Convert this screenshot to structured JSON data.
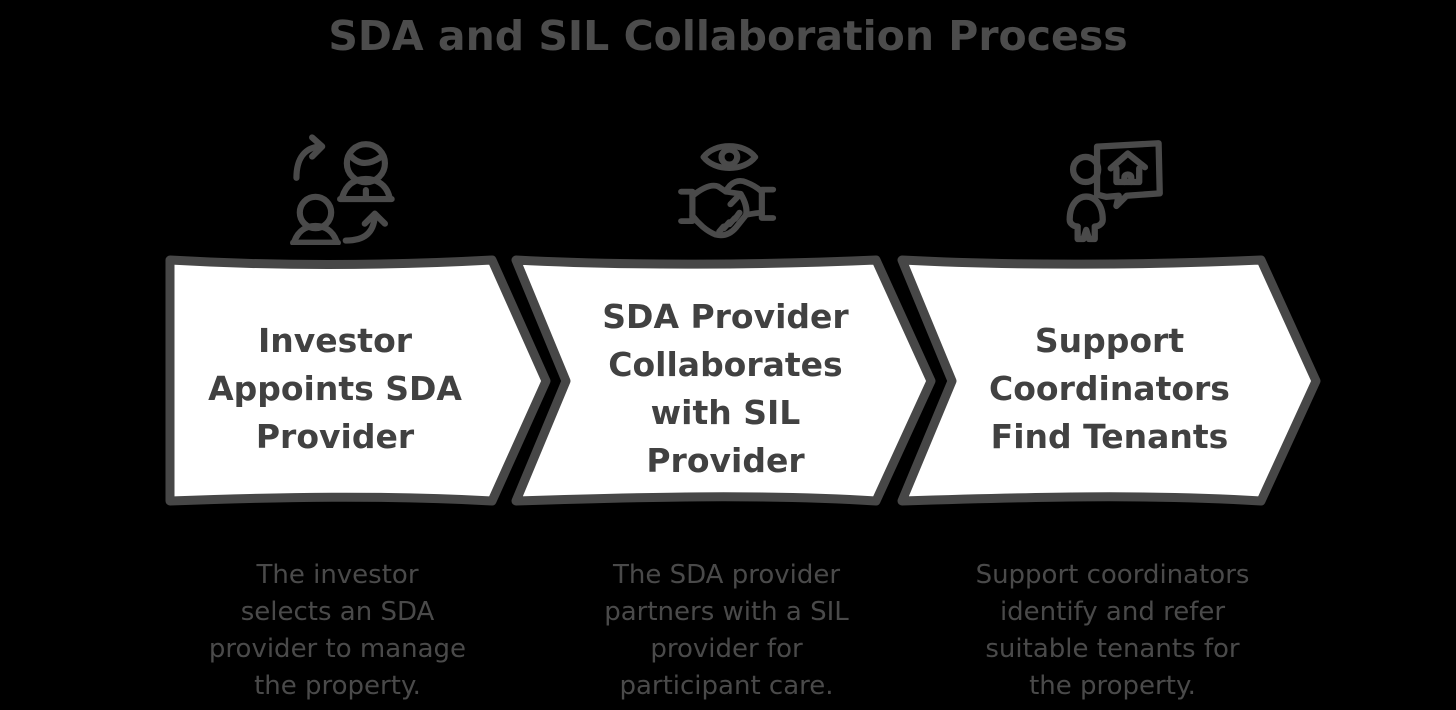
{
  "title": "SDA and SIL Collaboration Process",
  "colors": {
    "background": "#000000",
    "title_text": "#4c4c4c",
    "outline": "#474747",
    "shape_fill": "#ffffff",
    "label_text": "#414141",
    "description_text": "#4a4a4a"
  },
  "steps": [
    {
      "icon": "people-swap-icon",
      "label": "Investor Appoints SDA Provider",
      "label_lines": [
        "Investor",
        "Appoints SDA",
        "Provider"
      ],
      "description": "The investor selects an SDA provider to manage the property.",
      "description_lines": [
        "The investor",
        "selects an SDA",
        "provider to manage",
        "the property."
      ]
    },
    {
      "icon": "supervised-handshake-icon",
      "label": "SDA Provider Collaborates with SIL Provider",
      "label_lines": [
        "SDA Provider",
        "Collaborates",
        "with SIL",
        "Provider"
      ],
      "description": "The SDA provider partners with a SIL provider for participant care.",
      "description_lines": [
        "The SDA provider",
        "partners with a SIL",
        "provider for",
        "participant care."
      ]
    },
    {
      "icon": "person-home-speech-icon",
      "label": "Support Coordinators Find Tenants",
      "label_lines": [
        "Support",
        "Coordinators",
        "Find Tenants"
      ],
      "description": "Support coordinators identify and refer suitable tenants for the property.",
      "description_lines": [
        "Support coordinators",
        "identify and refer",
        "suitable tenants for",
        "the property."
      ]
    }
  ]
}
